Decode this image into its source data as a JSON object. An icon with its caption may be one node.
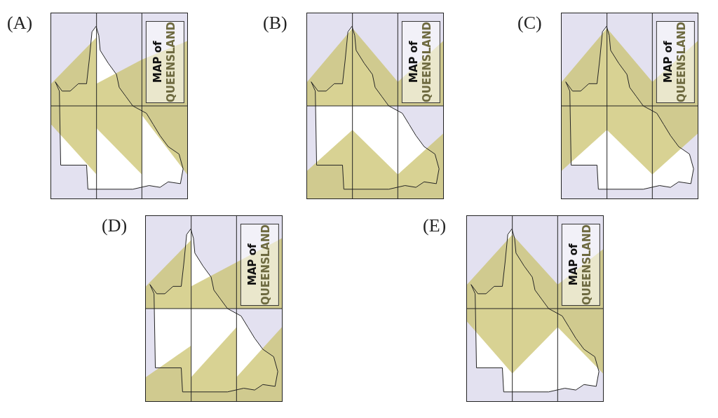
{
  "diagram": {
    "nodes": [
      {
        "text": [],
        "shape": "picture",
        "beside": [
          "(A)"
        ]
      },
      {
        "text": [
          "MAP of",
          "QUEENSLAND"
        ],
        "in": 0
      },
      {
        "text": [],
        "shape": "picture",
        "beside": [
          "(B)"
        ]
      },
      {
        "text": [
          "MAP of",
          "QUEENSLAND"
        ],
        "in": 2
      },
      {
        "text": [],
        "shape": "picture",
        "beside": [
          "(C)"
        ]
      },
      {
        "text": [
          "MAP of",
          "QUEENSLAND"
        ],
        "in": 4
      },
      {
        "text": [],
        "shape": "picture",
        "beside": [
          "(D)"
        ]
      },
      {
        "text": [
          "MAP of",
          "QUEENSLAND"
        ],
        "in": 6
      },
      {
        "text": [],
        "shape": "picture",
        "beside": [
          "(E)"
        ]
      },
      {
        "text": [
          "MAP of",
          "QUEENSLAND"
        ],
        "in": 8
      }
    ]
  }
}
